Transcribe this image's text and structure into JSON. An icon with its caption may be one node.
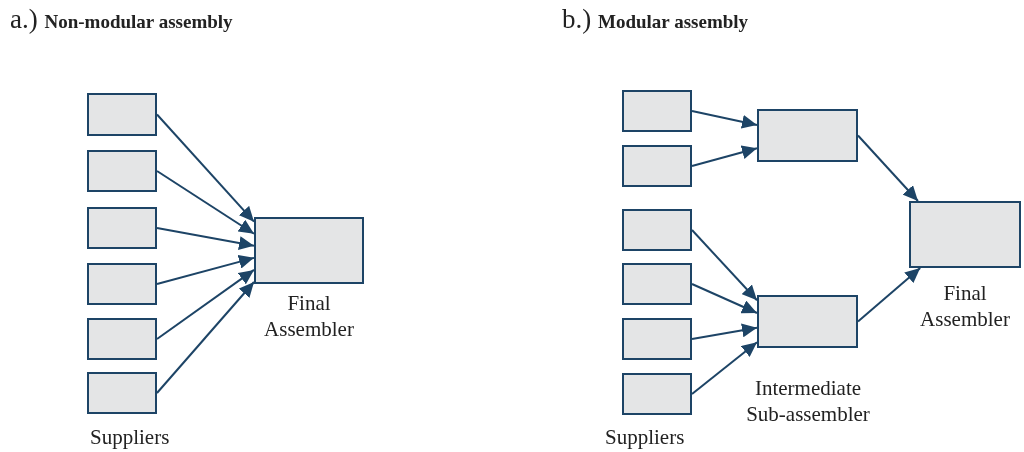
{
  "diagram": {
    "nodes": [
      {
        "text": [],
        "shape": "box"
      },
      {
        "text": [],
        "shape": "box"
      },
      {
        "text": [],
        "shape": "box"
      },
      {
        "text": [],
        "shape": "box"
      },
      {
        "text": [],
        "shape": "box"
      },
      {
        "text": [],
        "shape": "box"
      },
      {
        "text": [],
        "shape": "box",
        "beside": [
          "Final Assembler"
        ]
      },
      {
        "text": [],
        "shape": "box"
      },
      {
        "text": [],
        "shape": "box"
      },
      {
        "text": [],
        "shape": "box"
      },
      {
        "text": [],
        "shape": "box"
      },
      {
        "text": [],
        "shape": "box"
      },
      {
        "text": [],
        "shape": "box"
      },
      {
        "text": [],
        "shape": "box"
      },
      {
        "text": [],
        "shape": "box",
        "beside": [
          "Intermediate Sub-assembler"
        ]
      },
      {
        "text": [],
        "shape": "box",
        "beside": [
          "Final Assembler"
        ]
      }
    ],
    "edges": [
      {
        "from": 0,
        "to": 6,
        "arrow": "to"
      },
      {
        "from": 1,
        "to": 6,
        "arrow": "to"
      },
      {
        "from": 2,
        "to": 6,
        "arrow": "to"
      },
      {
        "from": 3,
        "to": 6,
        "arrow": "to"
      },
      {
        "from": 4,
        "to": 6,
        "arrow": "to"
      },
      {
        "from": 5,
        "to": 6,
        "arrow": "to"
      },
      {
        "from": 7,
        "to": 13,
        "arrow": "to"
      },
      {
        "from": 8,
        "to": 13,
        "arrow": "to"
      },
      {
        "from": 9,
        "to": 14,
        "arrow": "to"
      },
      {
        "from": 10,
        "to": 14,
        "arrow": "to"
      },
      {
        "from": 11,
        "to": 14,
        "arrow": "to"
      },
      {
        "from": 12,
        "to": 14,
        "arrow": "to"
      },
      {
        "from": 13,
        "to": 15,
        "arrow": "to"
      },
      {
        "from": 14,
        "to": 15,
        "arrow": "to"
      }
    ],
    "labels": [
      "a.) **Non-modular assembly**",
      "Suppliers",
      "b.) **Modular assembly**",
      "Suppliers"
    ]
  }
}
